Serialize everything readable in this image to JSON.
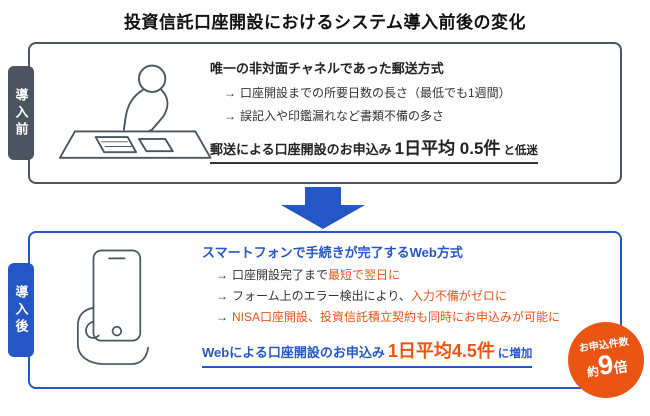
{
  "title": "投資信託口座開設におけるシステム導入前後の変化",
  "before": {
    "tab": "導入前",
    "heading": "唯一の非対面チャネルであった郵送方式",
    "bullets": [
      {
        "arrow": "→",
        "text": "口座開設までの所要日数の長さ（最低でも1週間）"
      },
      {
        "arrow": "→",
        "text": "誤記入や印鑑漏れなど書類不備の多さ"
      }
    ],
    "summary": {
      "prefix": "郵送による口座開設のお申込み",
      "highlight": "1日平均 0.5件",
      "suffix": "と低迷"
    }
  },
  "after": {
    "tab": "導入後",
    "heading": "スマートフォンで手続きが完了するWeb方式",
    "bullets": [
      {
        "arrow": "→",
        "pre": "口座開設完了まで",
        "highlight": "最短で翌日に"
      },
      {
        "arrow": "→",
        "pre": "フォーム上のエラー検出により、",
        "highlight": "入力不備がゼロに"
      },
      {
        "arrow": "→",
        "pre": "",
        "highlight": "NISA口座開設、投資信託積立契約も同時にお申込みが可能に"
      }
    ],
    "summary": {
      "prefix": "Webによる口座開設のお申込み",
      "highlight": "1日平均4.5件",
      "suffix": "に増加"
    },
    "badge": {
      "line1": "お申込件数",
      "about": "約",
      "number": "9",
      "unit": "倍"
    }
  },
  "colors": {
    "blue": "#2457c5",
    "orange": "#ea5514",
    "dark_slate": "#4a5560"
  }
}
